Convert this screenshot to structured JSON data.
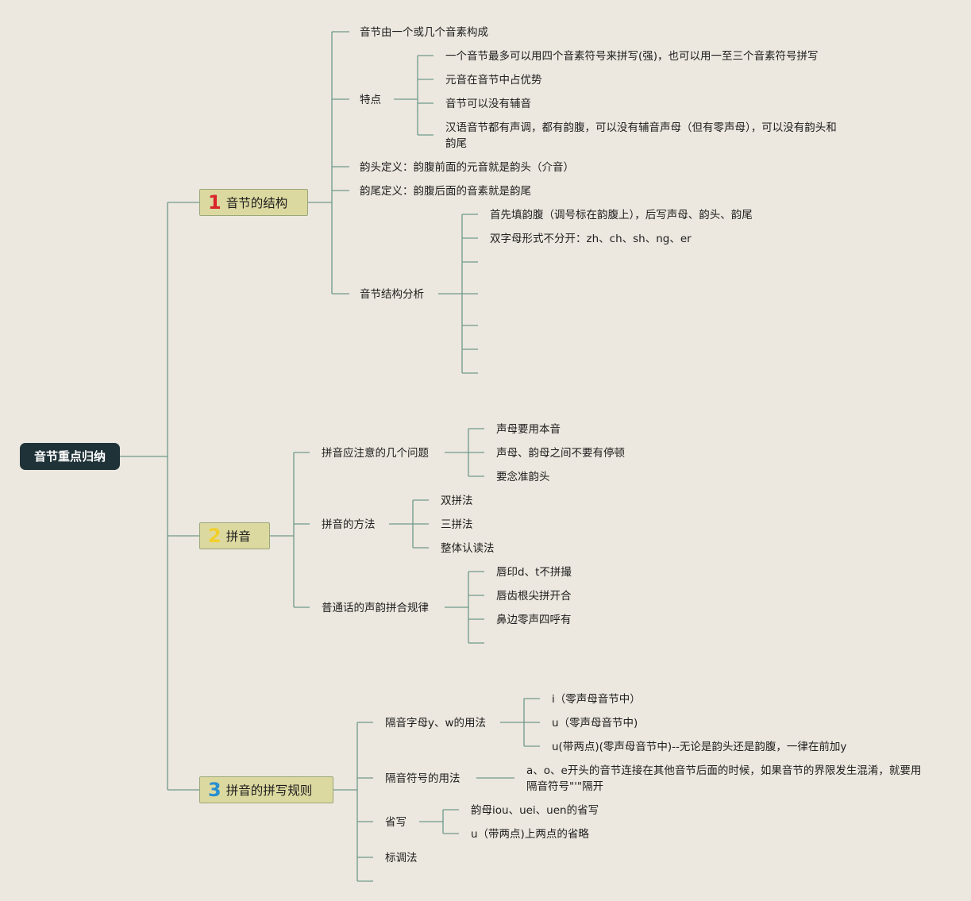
{
  "root": {
    "label": "音节重点归纳"
  },
  "branches": {
    "b1": {
      "number": "1",
      "label": "音节的结构",
      "children": {
        "c1": {
          "label": "音节由一个或几个音素构成"
        },
        "c2": {
          "label": "特点",
          "items": [
            "一个音节最多可以用四个音素符号来拼写(强)，也可以用一至三个音素符号拼写",
            "元音在音节中占优势",
            "音节可以没有辅音",
            "汉语音节都有声调，都有韵腹，可以没有辅音声母（但有零声母），可以没有韵头和韵尾"
          ]
        },
        "c3": {
          "label": "韵头定义：韵腹前面的元音就是韵头（介音）"
        },
        "c4": {
          "label": "韵尾定义：韵腹后面的音素就是韵尾"
        },
        "c5": {
          "label": "音节结构分析",
          "items": [
            "首先填韵腹（调号标在韵腹上），后写声母、韵头、韵尾",
            "双字母形式不分开：zh、ch、sh、ng、er"
          ]
        }
      }
    },
    "b2": {
      "number": "2",
      "label": "拼音",
      "children": {
        "c1": {
          "label": "拼音应注意的几个问题",
          "items": [
            "声母要用本音",
            "声母、韵母之间不要有停顿",
            "要念准韵头"
          ]
        },
        "c2": {
          "label": "拼音的方法",
          "items": [
            "双拼法",
            "三拼法",
            "整体认读法"
          ]
        },
        "c3": {
          "label": "普通话的声韵拼合规律",
          "items": [
            "唇印d、t不拼撮",
            "唇齿根尖拼开合",
            "鼻边零声四呼有"
          ]
        }
      }
    },
    "b3": {
      "number": "3",
      "label": "拼音的拼写规则",
      "children": {
        "c1": {
          "label": "隔音字母y、w的用法",
          "items": [
            "i（零声母音节中）",
            "u（零声母音节中)",
            "u(带两点)(零声母音节中)--无论是韵头还是韵腹，一律在前加y"
          ]
        },
        "c2": {
          "label": "隔音符号的用法",
          "items": [
            "a、o、e开头的音节连接在其他音节后面的时候，如果音节的界限发生混淆，就要用隔音符号\"'\"隔开"
          ]
        },
        "c3": {
          "label": "省写",
          "items": [
            "韵母iou、uei、uen的省写",
            "u（带两点)上两点的省略"
          ]
        },
        "c4": {
          "label": "标调法"
        }
      }
    }
  },
  "colors": {
    "line": "#6f9a8a",
    "root_bg": "#1f3238",
    "main_bg": "#dcd9a0",
    "background": "#ece7df"
  }
}
